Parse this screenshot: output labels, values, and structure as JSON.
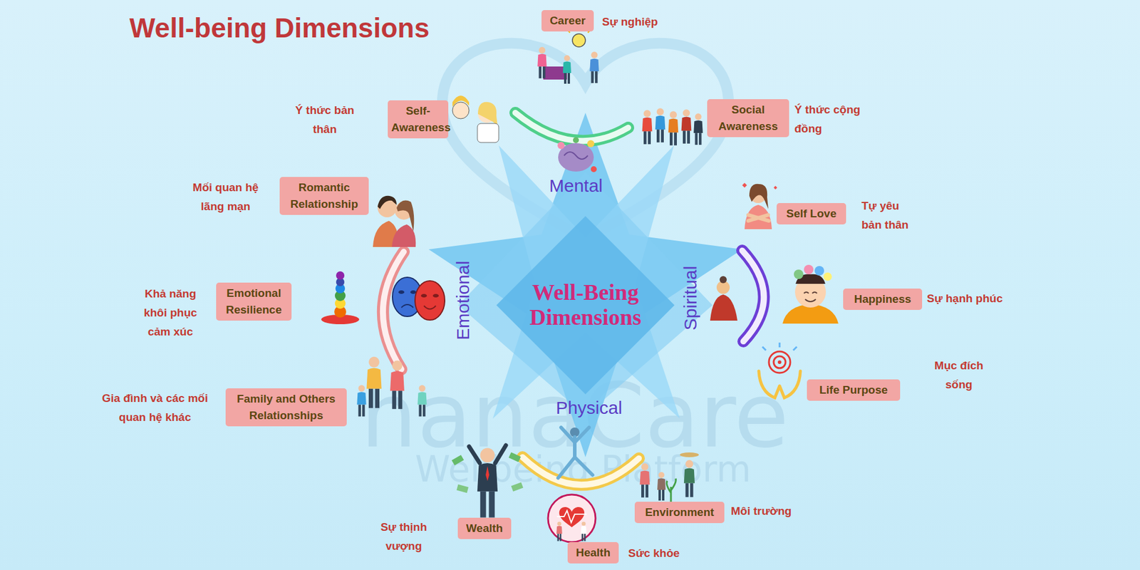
{
  "diagram": {
    "title": "Well-being Dimensions",
    "nodes": [
      {
        "text": [
          "Career",
          "Sự nghiệp"
        ]
      },
      {
        "text": [
          "Self-Awareness",
          "Ý thức bản thân"
        ]
      },
      {
        "text": [
          "Social Awareness",
          "Ý thức cộng đồng"
        ]
      },
      {
        "text": [
          "Romantic Relationship",
          "Mối quan hệ lãng mạn"
        ]
      },
      {
        "text": [
          "Self Love",
          "Tự yêu bản thân"
        ]
      },
      {
        "text": [
          "Well-Being Dimensions"
        ]
      },
      {
        "text": [
          "Emotional Resilience",
          "Khả năng khôi phục cảm xúc"
        ]
      },
      {
        "text": [
          "Happiness",
          "Sự hạnh phúc"
        ]
      },
      {
        "text": [
          "Family and Others Relationships",
          "Gia đình và các mối quan hệ khác"
        ]
      },
      {
        "text": [
          "Life Purpose",
          "Mục đích sống"
        ]
      },
      {
        "text": [
          "Wealth",
          "Sự thịnh vượng"
        ]
      },
      {
        "text": [
          "Environment",
          "Môi trường"
        ]
      },
      {
        "text": [
          "Health",
          "Sức khỏe"
        ]
      }
    ],
    "labels": [
      "Mental",
      "Emotional",
      "Spiritual",
      "Physical",
      "hanaCare",
      "Wellbeing Platform"
    ]
  }
}
